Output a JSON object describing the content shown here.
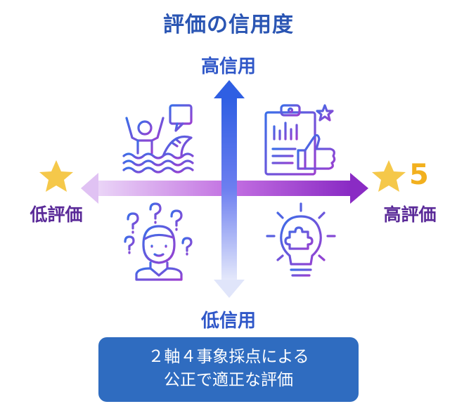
{
  "title": "評価の信用度",
  "axis": {
    "top": "高信用",
    "bottom": "低信用",
    "left": "低評価",
    "right": "高評価",
    "right_score": "5"
  },
  "box": {
    "line1": "２軸４事象採点による",
    "line2": "公正で適正な評価"
  },
  "colors": {
    "title": "#2a55b3",
    "axis_label": "#2f57c8",
    "eval_label": "#5a2a98",
    "star": "#f5c84a",
    "box": "#2f6cc0"
  },
  "icons": [
    "drowning-person-shark-icon",
    "clipboard-thumbs-up-icon",
    "confused-person-icon",
    "lightbulb-puzzle-icon"
  ]
}
